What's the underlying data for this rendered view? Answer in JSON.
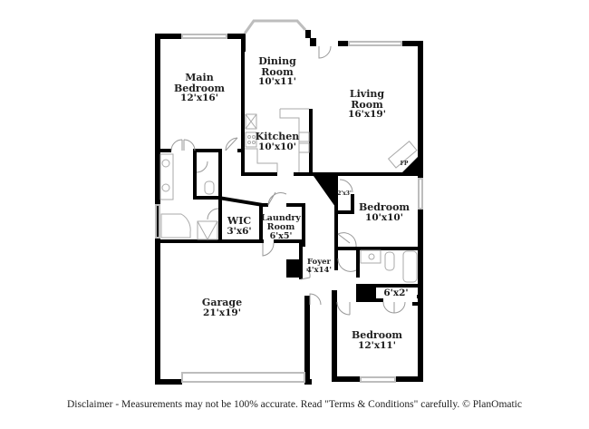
{
  "plan": {
    "type": "floor-plan",
    "rooms": [
      {
        "id": "main-bedroom",
        "name_line1": "Main",
        "name_line2": "Bedroom",
        "dimensions": "12'x16'"
      },
      {
        "id": "dining-room",
        "name_line1": "Dining",
        "name_line2": "Room",
        "dimensions": "10'x11'"
      },
      {
        "id": "living-room",
        "name_line1": "Living",
        "name_line2": "Room",
        "dimensions": "16'x19'"
      },
      {
        "id": "kitchen",
        "name": "Kitchen",
        "dimensions": "10'x10'"
      },
      {
        "id": "bedroom-2",
        "name": "Bedroom",
        "dimensions": "10'x10'"
      },
      {
        "id": "wic",
        "name": "WIC",
        "dimensions": "3'x6'"
      },
      {
        "id": "laundry-room",
        "name_line1": "Laundry",
        "name_line2": "Room",
        "dimensions": "6'x5'"
      },
      {
        "id": "foyer",
        "name": "Foyer",
        "dimensions": "4'x14'"
      },
      {
        "id": "garage",
        "name": "Garage",
        "dimensions": "21'x19'"
      },
      {
        "id": "closet-small",
        "dimensions": "2'x3'"
      },
      {
        "id": "closet-6x2",
        "dimensions": "6'x2'"
      },
      {
        "id": "bedroom-3",
        "name": "Bedroom",
        "dimensions": "12'x11'"
      }
    ],
    "fireplace_label": "FP"
  },
  "footer": {
    "disclaimer": "Disclaimer - Measurements may not be 100% accurate. Read \"Terms & Conditions\" carefully. © PlanOmatic"
  },
  "colors": {
    "wall": "#000000",
    "window": "#c8c8c8",
    "fixture": "#9a9a9a",
    "background": "#ffffff"
  }
}
